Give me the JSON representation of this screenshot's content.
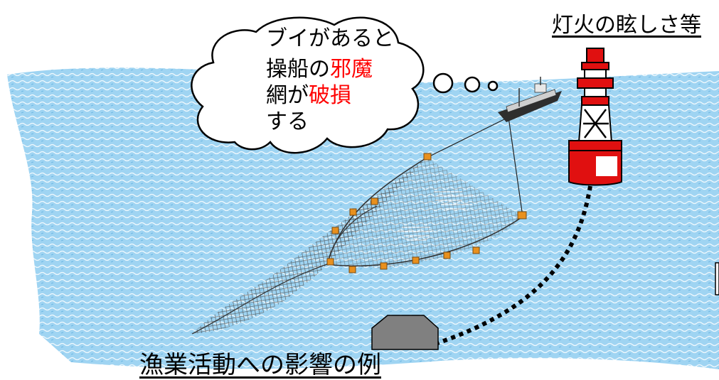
{
  "colors": {
    "sea": "#9fd4f2",
    "sea_pattern": "#ffffff",
    "buoy_red": "#e01010",
    "buoy_white": "#ffffff",
    "float_orange": "#e8901e",
    "highlight_text": "#ff0000",
    "chain": "#000000",
    "anchor_block": "#808080"
  },
  "thought_bubble": {
    "line1": "ブイがあると",
    "line2_prefix": "操船の",
    "line2_highlight": "邪魔",
    "line3_prefix": "網が",
    "line3_highlight": "破損",
    "line4": "する"
  },
  "buoy_caption": "灯火の眩しさ等",
  "main_caption": "漁業活動への影響の例",
  "icons": [
    "cloud-thought-bubble",
    "fishing-boat-icon",
    "lighthouse-buoy-icon",
    "fishing-net",
    "net-float-icon",
    "anchor-sinker-block"
  ]
}
